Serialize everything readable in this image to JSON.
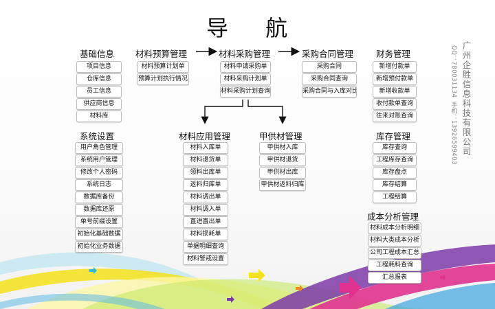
{
  "title": "导 航",
  "company": "广州企胜信息科技有限公司",
  "qq": "QQ：780031134",
  "tel": "手机：13926599403",
  "sections": {
    "jichu": {
      "heading": "基础信息",
      "items": [
        "项目信息",
        "仓库信息",
        "员工信息",
        "供应商信息",
        "材料库"
      ]
    },
    "yusuan": {
      "heading": "材料预算管理",
      "items": [
        "材料预算计划单",
        "预算计划执行情况"
      ]
    },
    "caigou": {
      "heading": "材料采购管理",
      "items": [
        "材料申请采购单",
        "材料采购计划单",
        "材料采购计划查询"
      ]
    },
    "hetong": {
      "heading": "采购合同管理",
      "items": [
        "采购合同",
        "采购合同查询",
        "采购合同与入库对比"
      ]
    },
    "caiwu": {
      "heading": "财务管理",
      "items": [
        "新增付款单",
        "新增预付款单",
        "新增收款单",
        "收付款单查询",
        "往来对账查询"
      ]
    },
    "xitong": {
      "heading": "系统设置",
      "items": [
        "用户角色管理",
        "系统用户管理",
        "修改个人密码",
        "系统日志",
        "数据库备份",
        "数据库还原",
        "单号前缀设置",
        "初始化基础数据",
        "初始化业务数据"
      ]
    },
    "yingyong": {
      "heading": "材料应用管理",
      "items": [
        "材料入库单",
        "材料退货单",
        "领料出库单",
        "返料归库单",
        "材料调出单",
        "材料调入单",
        "直进直出单",
        "材料损耗单",
        "单据明细查询",
        "材料警戒设置"
      ]
    },
    "jiagong": {
      "heading": "甲供材管理",
      "items": [
        "甲供材入库",
        "甲供材退货",
        "甲供材出库",
        "甲供材返料归库"
      ]
    },
    "kucun": {
      "heading": "库存管理",
      "items": [
        "库存查询",
        "工程库存查询",
        "库存盘点",
        "库存结算",
        "工程结算"
      ]
    },
    "chengben": {
      "heading": "成本分析管理",
      "items": [
        "材料成本分析明细",
        "材料大类成本分析",
        "公司工程成本汇总",
        "工程耗料查询",
        "汇总报表"
      ]
    }
  },
  "colors": {
    "button_border": "#bdbdbd",
    "arrow": "#111111",
    "pink": "#e0338f",
    "cyan": "#2fb6d8",
    "yellow": "#f4e21a"
  }
}
